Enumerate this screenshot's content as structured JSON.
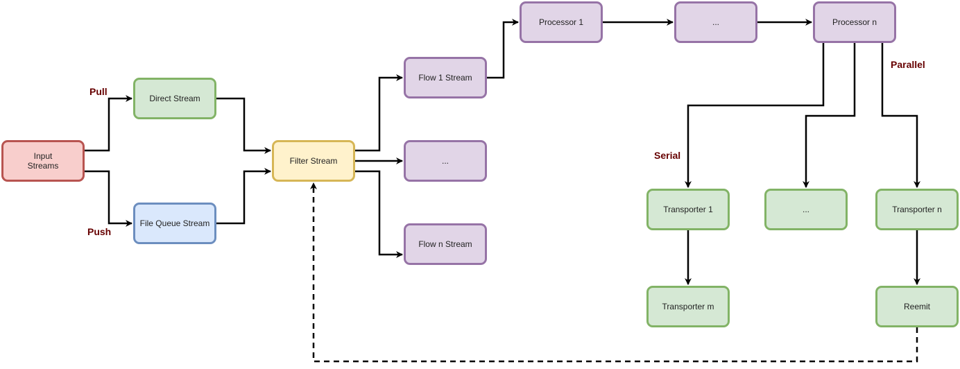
{
  "nodes": {
    "input_streams": "Input\nStreams",
    "direct_stream": "Direct Stream",
    "file_queue_stream": "File Queue Stream",
    "filter_stream": "Filter Stream",
    "flow_1_stream": "Flow 1 Stream",
    "flow_ellipsis": "...",
    "flow_n_stream": "Flow n Stream",
    "processor_1": "Processor 1",
    "processor_ellipsis": "...",
    "processor_n": "Processor n",
    "transporter_1": "Transporter 1",
    "transporter_ellipsis": "...",
    "transporter_n": "Transporter n",
    "transporter_m": "Transporter m",
    "reemit": "Reemit"
  },
  "edge_labels": {
    "pull": "Pull",
    "push": "Push",
    "serial": "Serial",
    "parallel": "Parallel"
  }
}
